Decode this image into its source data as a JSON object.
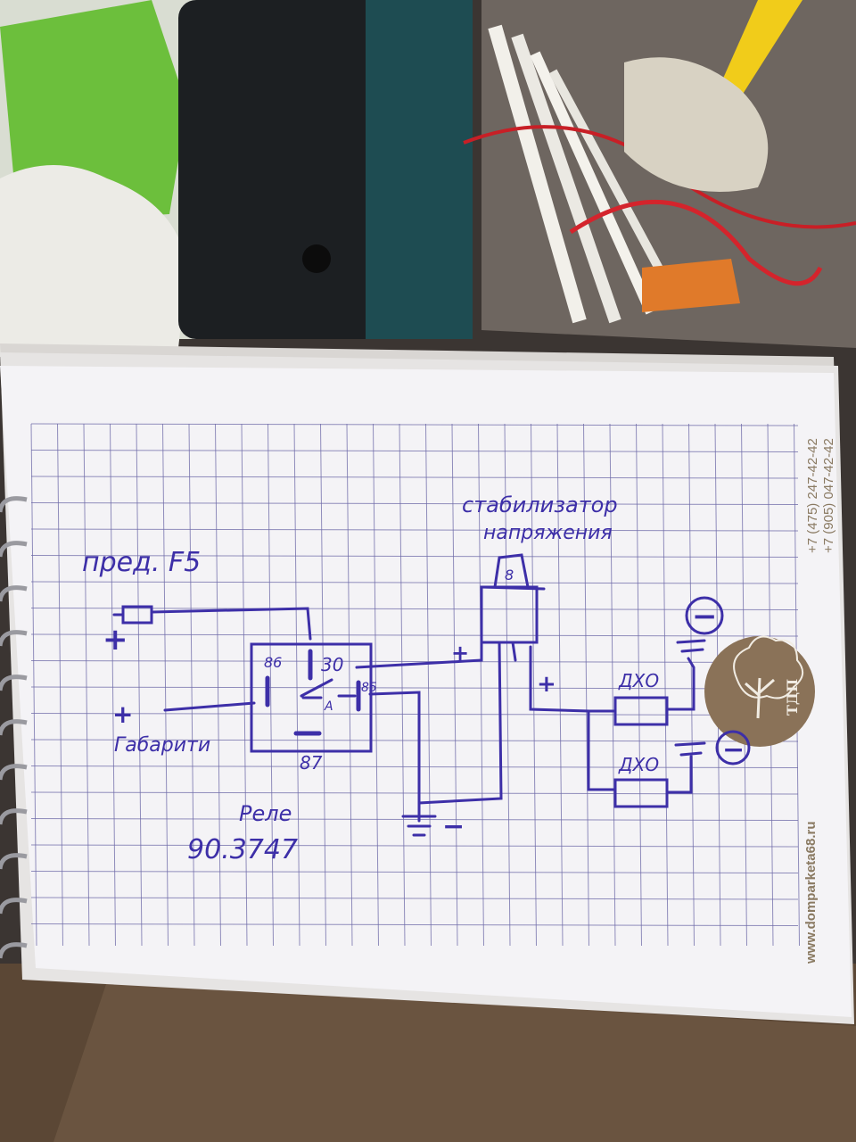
{
  "colors": {
    "ink": "#3d2fa8",
    "grid": "#6e6aa8",
    "paper": "#f4f3f6",
    "logo_brown": "#8a7258",
    "print_text": "#8a7a62"
  },
  "notebook": {
    "phones": [
      "+7 (475) 247-42-42",
      "+7 (905) 047-42-42"
    ],
    "website": "www.domparketa68.ru",
    "logo_text": "ТДП"
  },
  "sketch": {
    "fuse_label": "пред. F5",
    "plus_fuse": "+",
    "plus_parking": "+",
    "parking_label": "Габарити",
    "relay_pin_30": "30",
    "relay_pin_86": "86",
    "relay_pin_85": "85",
    "relay_pin_87": "87",
    "relay_pin_a": "A",
    "relay_label": "Реле",
    "relay_model": "90.3747",
    "stabilizer_label_1": "стабилизатор",
    "stabilizer_label_2": "напряжения",
    "stabilizer_pin": "8",
    "plus_stab_in": "+",
    "plus_stab_out": "+",
    "ground_minus": "−",
    "drl_1": "ДХО",
    "drl_2": "ДХО",
    "drl_1_minus": "−",
    "drl_2_minus": "−"
  }
}
